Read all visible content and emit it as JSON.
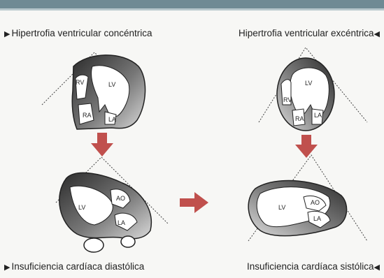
{
  "labels": {
    "concentric": "Hipertrofia ventricular concéntrica",
    "eccentric": "Hipertrofia ventricular excéntrica",
    "diastolic": "Insuficiencia cardíaca diastólica",
    "systolic": "Insuficiencia cardíaca sistólica"
  },
  "chambers": {
    "rv": "RV",
    "lv": "LV",
    "ra": "RA",
    "la": "LA",
    "ao": "AO"
  },
  "colors": {
    "arrow": "#c0504d",
    "muscle": "#555555",
    "header": "#6f8a94"
  }
}
